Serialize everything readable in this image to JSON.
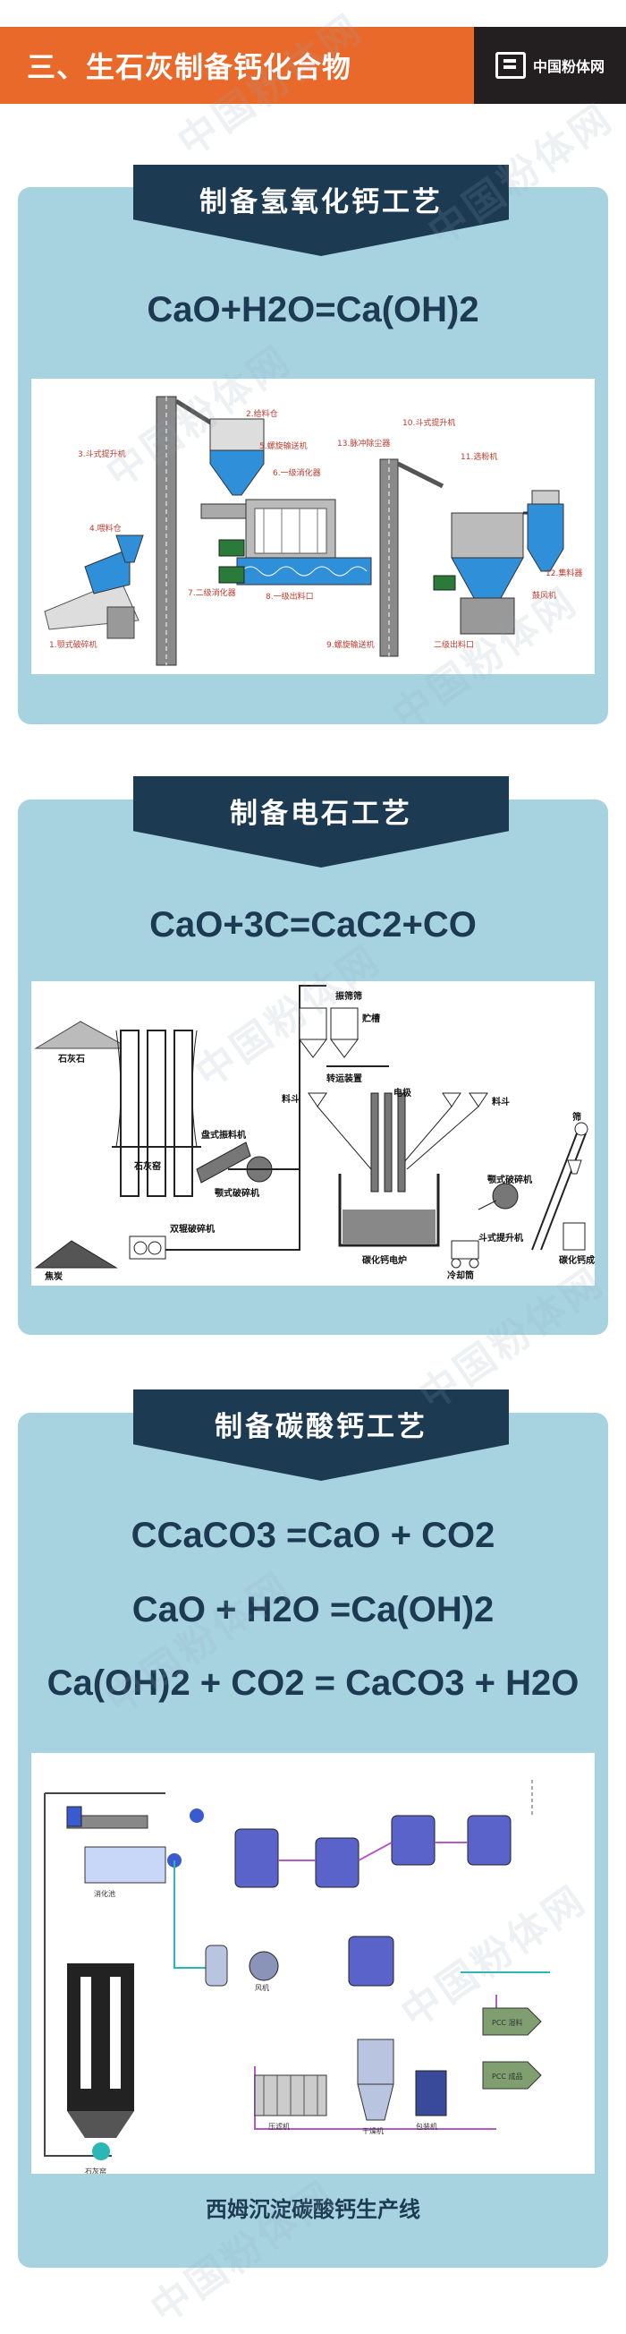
{
  "header": {
    "title": "三、生石灰制备钙化合物",
    "brand": "中国粉体网"
  },
  "watermark_text": "中国粉体网",
  "sections": [
    {
      "tag": "制备氢氧化钙工艺",
      "formulas": [
        "CaO+H2O=Ca(OH)2"
      ],
      "labels": {
        "l1": "1.颚式破碎机",
        "l2": "2.给料仓",
        "l3": "3.斗式提升机",
        "l4": "4.喂料仓",
        "l5": "5.螺旋输送机",
        "l6": "6.一级消化器",
        "l7": "7.二级消化器",
        "l8": "8.一级出料口",
        "l9": "9.螺旋输送机",
        "l10": "10.斗式提升机",
        "l11": "11.选粉机",
        "l12": "12.集料器",
        "l13": "13.脉冲除尘器",
        "l14": "二级出料口",
        "l15": "鼓风机"
      }
    },
    {
      "tag": "制备电石工艺",
      "formulas": [
        "CaO+3C=CaC2+CO"
      ],
      "labels": {
        "limestone": "石灰石",
        "kiln": "石灰窑",
        "coke": "焦炭",
        "double_roll": "双辊破碎机",
        "feeder": "盘式振料机",
        "crusher1": "颚式破碎机",
        "screen": "振筛筛",
        "silo": "贮槽",
        "conveyor": "转运装置",
        "hopper_left": "料斗",
        "electrode": "电极",
        "hopper_right": "料斗",
        "furnace": "碳化钙电炉",
        "cooler": "冷却筒",
        "crusher2": "颚式破碎机",
        "elevator": "斗式提升机",
        "product": "碳化钙成品",
        "top": "筛"
      }
    },
    {
      "tag": "制备碳酸钙工艺",
      "formulas": [
        "CCaCO3 =CaO + CO2",
        "CaO + H2O =Ca(OH)2",
        "Ca(OH)2 + CO2 = CaCO3 + H2O"
      ],
      "caption": "西姆沉淀碳酸钙生产线",
      "labels": {
        "pcc1": "PCC\n湿料",
        "pcc2": "PCC\n成品",
        "kiln": "石灰窑",
        "tank": "消化池",
        "fan": "风机",
        "filter": "压滤机",
        "dryer": "干燥机",
        "pack": "包装机"
      }
    }
  ]
}
